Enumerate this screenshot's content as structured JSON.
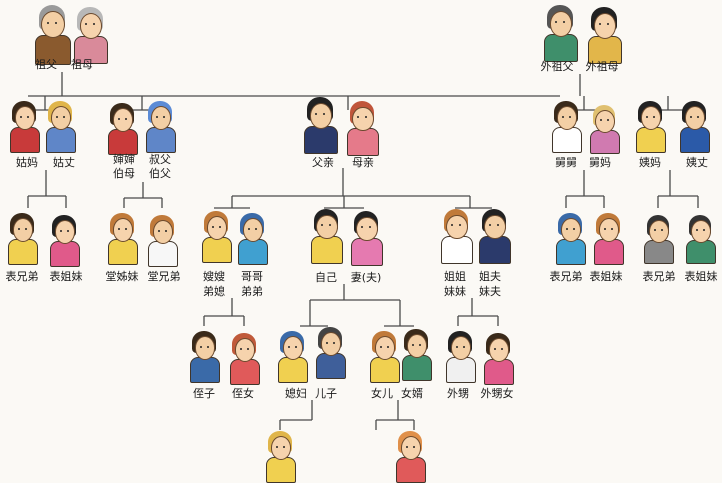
{
  "labels": {
    "grandfather": "祖父",
    "grandmother": "祖母",
    "maternal_grandfather": "外祖父",
    "maternal_grandmother": "外祖母",
    "paternal_aunt": "姑妈",
    "paternal_aunt_husband": "姑丈",
    "aunt_in_law_line1": "婶婶",
    "aunt_in_law_line2": "伯母",
    "uncle_line1": "叔父",
    "uncle_line2": "伯父",
    "father": "父亲",
    "mother": "母亲",
    "maternal_uncle": "舅舅",
    "maternal_uncle_wife": "舅妈",
    "maternal_aunt": "姨妈",
    "maternal_aunt_husband": "姨丈",
    "cousin_left_1": "表兄弟",
    "cousin_left_2": "表姐妹",
    "paternal_cousin_f": "堂姊妹",
    "paternal_cousin_m": "堂兄弟",
    "sister_in_law_line1": "嫂嫂",
    "sister_in_law_line2": "弟媳",
    "brother_line1": "哥哥",
    "brother_line2": "弟弟",
    "self": "自己",
    "spouse": "妻(夫)",
    "sister_line1": "姐姐",
    "sister_line2": "妹妹",
    "sister_husband_line1": "姐夫",
    "sister_husband_line2": "妹夫",
    "cousin_right_a1": "表兄弟",
    "cousin_right_a2": "表姐妹",
    "cousin_right_b1": "表兄弟",
    "cousin_right_b2": "表姐妹",
    "nephew": "侄子",
    "niece": "侄女",
    "daughter_in_law": "媳妇",
    "son": "儿子",
    "daughter": "女儿",
    "son_in_law": "女婿",
    "sister_son": "外甥",
    "sister_daughter": "外甥女"
  },
  "colors": {
    "line": "#4a4a4a",
    "background": "#fbf9f5"
  },
  "figures": [
    {
      "name": "grandfather-figure",
      "hair": "#9a9a9a",
      "shirt": "#8a5a2e",
      "skin": "#f3cfa5"
    },
    {
      "name": "grandmother-figure",
      "hair": "#b8b8b8",
      "shirt": "#d98a9a",
      "skin": "#f6d3ad"
    },
    {
      "name": "maternal-grandfather-figure",
      "hair": "#555",
      "shirt": "#3f8f6b",
      "skin": "#f3cfa5"
    },
    {
      "name": "maternal-grandmother-figure",
      "hair": "#222",
      "shirt": "#e2b64a",
      "skin": "#f6d3ad"
    },
    {
      "name": "paternal-aunt-figure",
      "hair": "#3a2a1a",
      "shirt": "#c83a3a",
      "skin": "#f6d3ad"
    },
    {
      "name": "paternal-aunt-husband-figure",
      "hair": "#e0b54a",
      "shirt": "#5f86c8",
      "skin": "#f3cfa5"
    },
    {
      "name": "aunt-in-law-figure",
      "hair": "#3a2a1a",
      "shirt": "#c83a3a",
      "skin": "#f6d3ad"
    },
    {
      "name": "uncle-figure",
      "hair": "#5b8bd6",
      "shirt": "#5f86c8",
      "skin": "#f3cfa5"
    },
    {
      "name": "father-figure",
      "hair": "#222",
      "shirt": "#2b3a6b",
      "skin": "#f3cfa5"
    },
    {
      "name": "mother-figure",
      "hair": "#c0553a",
      "shirt": "#e57a8a",
      "skin": "#f6d3ad"
    },
    {
      "name": "maternal-uncle-figure",
      "hair": "#3a2a1a",
      "shirt": "#ffffff",
      "skin": "#f3cfa5"
    },
    {
      "name": "maternal-uncle-wife-figure",
      "hair": "#e0c070",
      "shirt": "#d07ab0",
      "skin": "#f6d3ad"
    },
    {
      "name": "maternal-aunt-figure",
      "hair": "#222",
      "shirt": "#f0d050",
      "skin": "#f6d3ad"
    },
    {
      "name": "maternal-aunt-husband-figure",
      "hair": "#222",
      "shirt": "#2b5aa8",
      "skin": "#f3cfa5"
    },
    {
      "name": "cousin-left-boy-figure",
      "hair": "#3a2a1a",
      "shirt": "#f0d050",
      "skin": "#f3cfa5"
    },
    {
      "name": "cousin-left-girl-figure",
      "hair": "#222",
      "shirt": "#e05a8a",
      "skin": "#f6d3ad"
    },
    {
      "name": "paternal-cousin-girl-figure",
      "hair": "#c07a3a",
      "shirt": "#f0d050",
      "skin": "#f6d3ad"
    },
    {
      "name": "paternal-cousin-boy-figure",
      "hair": "#c07a3a",
      "shirt": "#f7f7f7",
      "skin": "#f3cfa5"
    },
    {
      "name": "sister-in-law-figure",
      "hair": "#c07a3a",
      "shirt": "#f0d050",
      "skin": "#f6d3ad"
    },
    {
      "name": "brother-figure",
      "hair": "#3a6aa8",
      "shirt": "#40a0d0",
      "skin": "#f3cfa5"
    },
    {
      "name": "self-figure",
      "hair": "#222",
      "shirt": "#f0d050",
      "skin": "#f3cfa5"
    },
    {
      "name": "spouse-figure",
      "hair": "#222",
      "shirt": "#e57ab0",
      "skin": "#f6d3ad"
    },
    {
      "name": "sister-figure",
      "hair": "#c07a3a",
      "shirt": "#ffffff",
      "skin": "#f6d3ad"
    },
    {
      "name": "sister-husband-figure",
      "hair": "#222",
      "shirt": "#2b3a6b",
      "skin": "#f3cfa5"
    },
    {
      "name": "cousin-right-a-boy-figure",
      "hair": "#3a6aa8",
      "shirt": "#40a0d0",
      "skin": "#f3cfa5"
    },
    {
      "name": "cousin-right-a-girl-figure",
      "hair": "#c07a3a",
      "shirt": "#e05a8a",
      "skin": "#f6d3ad"
    },
    {
      "name": "cousin-right-b-boy-figure",
      "hair": "#333",
      "shirt": "#888888",
      "skin": "#f3cfa5"
    },
    {
      "name": "cousin-right-b-girl-figure",
      "hair": "#333",
      "shirt": "#3f8f6b",
      "skin": "#f6d3ad"
    },
    {
      "name": "nephew-figure",
      "hair": "#3a2a1a",
      "shirt": "#3a6aa8",
      "skin": "#f3cfa5"
    },
    {
      "name": "niece-figure",
      "hair": "#c05a3a",
      "shirt": "#e05a5a",
      "skin": "#f6d3ad"
    },
    {
      "name": "daughter-in-law-figure",
      "hair": "#3a6aa8",
      "shirt": "#f0d050",
      "skin": "#f6d3ad"
    },
    {
      "name": "son-figure",
      "hair": "#444",
      "shirt": "#3f5f9a",
      "skin": "#f3cfa5"
    },
    {
      "name": "daughter-figure",
      "hair": "#c07a3a",
      "shirt": "#f0d050",
      "skin": "#f6d3ad"
    },
    {
      "name": "son-in-law-figure",
      "hair": "#3a2a1a",
      "shirt": "#3f8f6b",
      "skin": "#f3cfa5"
    },
    {
      "name": "sister-son-figure",
      "hair": "#222",
      "shirt": "#f0f0f0",
      "skin": "#f3cfa5"
    },
    {
      "name": "sister-daughter-figure",
      "hair": "#3a2a1a",
      "shirt": "#e05a8a",
      "skin": "#f6d3ad"
    },
    {
      "name": "grandchild-left-figure",
      "hair": "#e0b54a",
      "shirt": "#f0d050",
      "skin": "#f6d3ad"
    },
    {
      "name": "grandchild-right-figure",
      "hair": "#e0904a",
      "shirt": "#e05a5a",
      "skin": "#f6d3ad"
    }
  ]
}
